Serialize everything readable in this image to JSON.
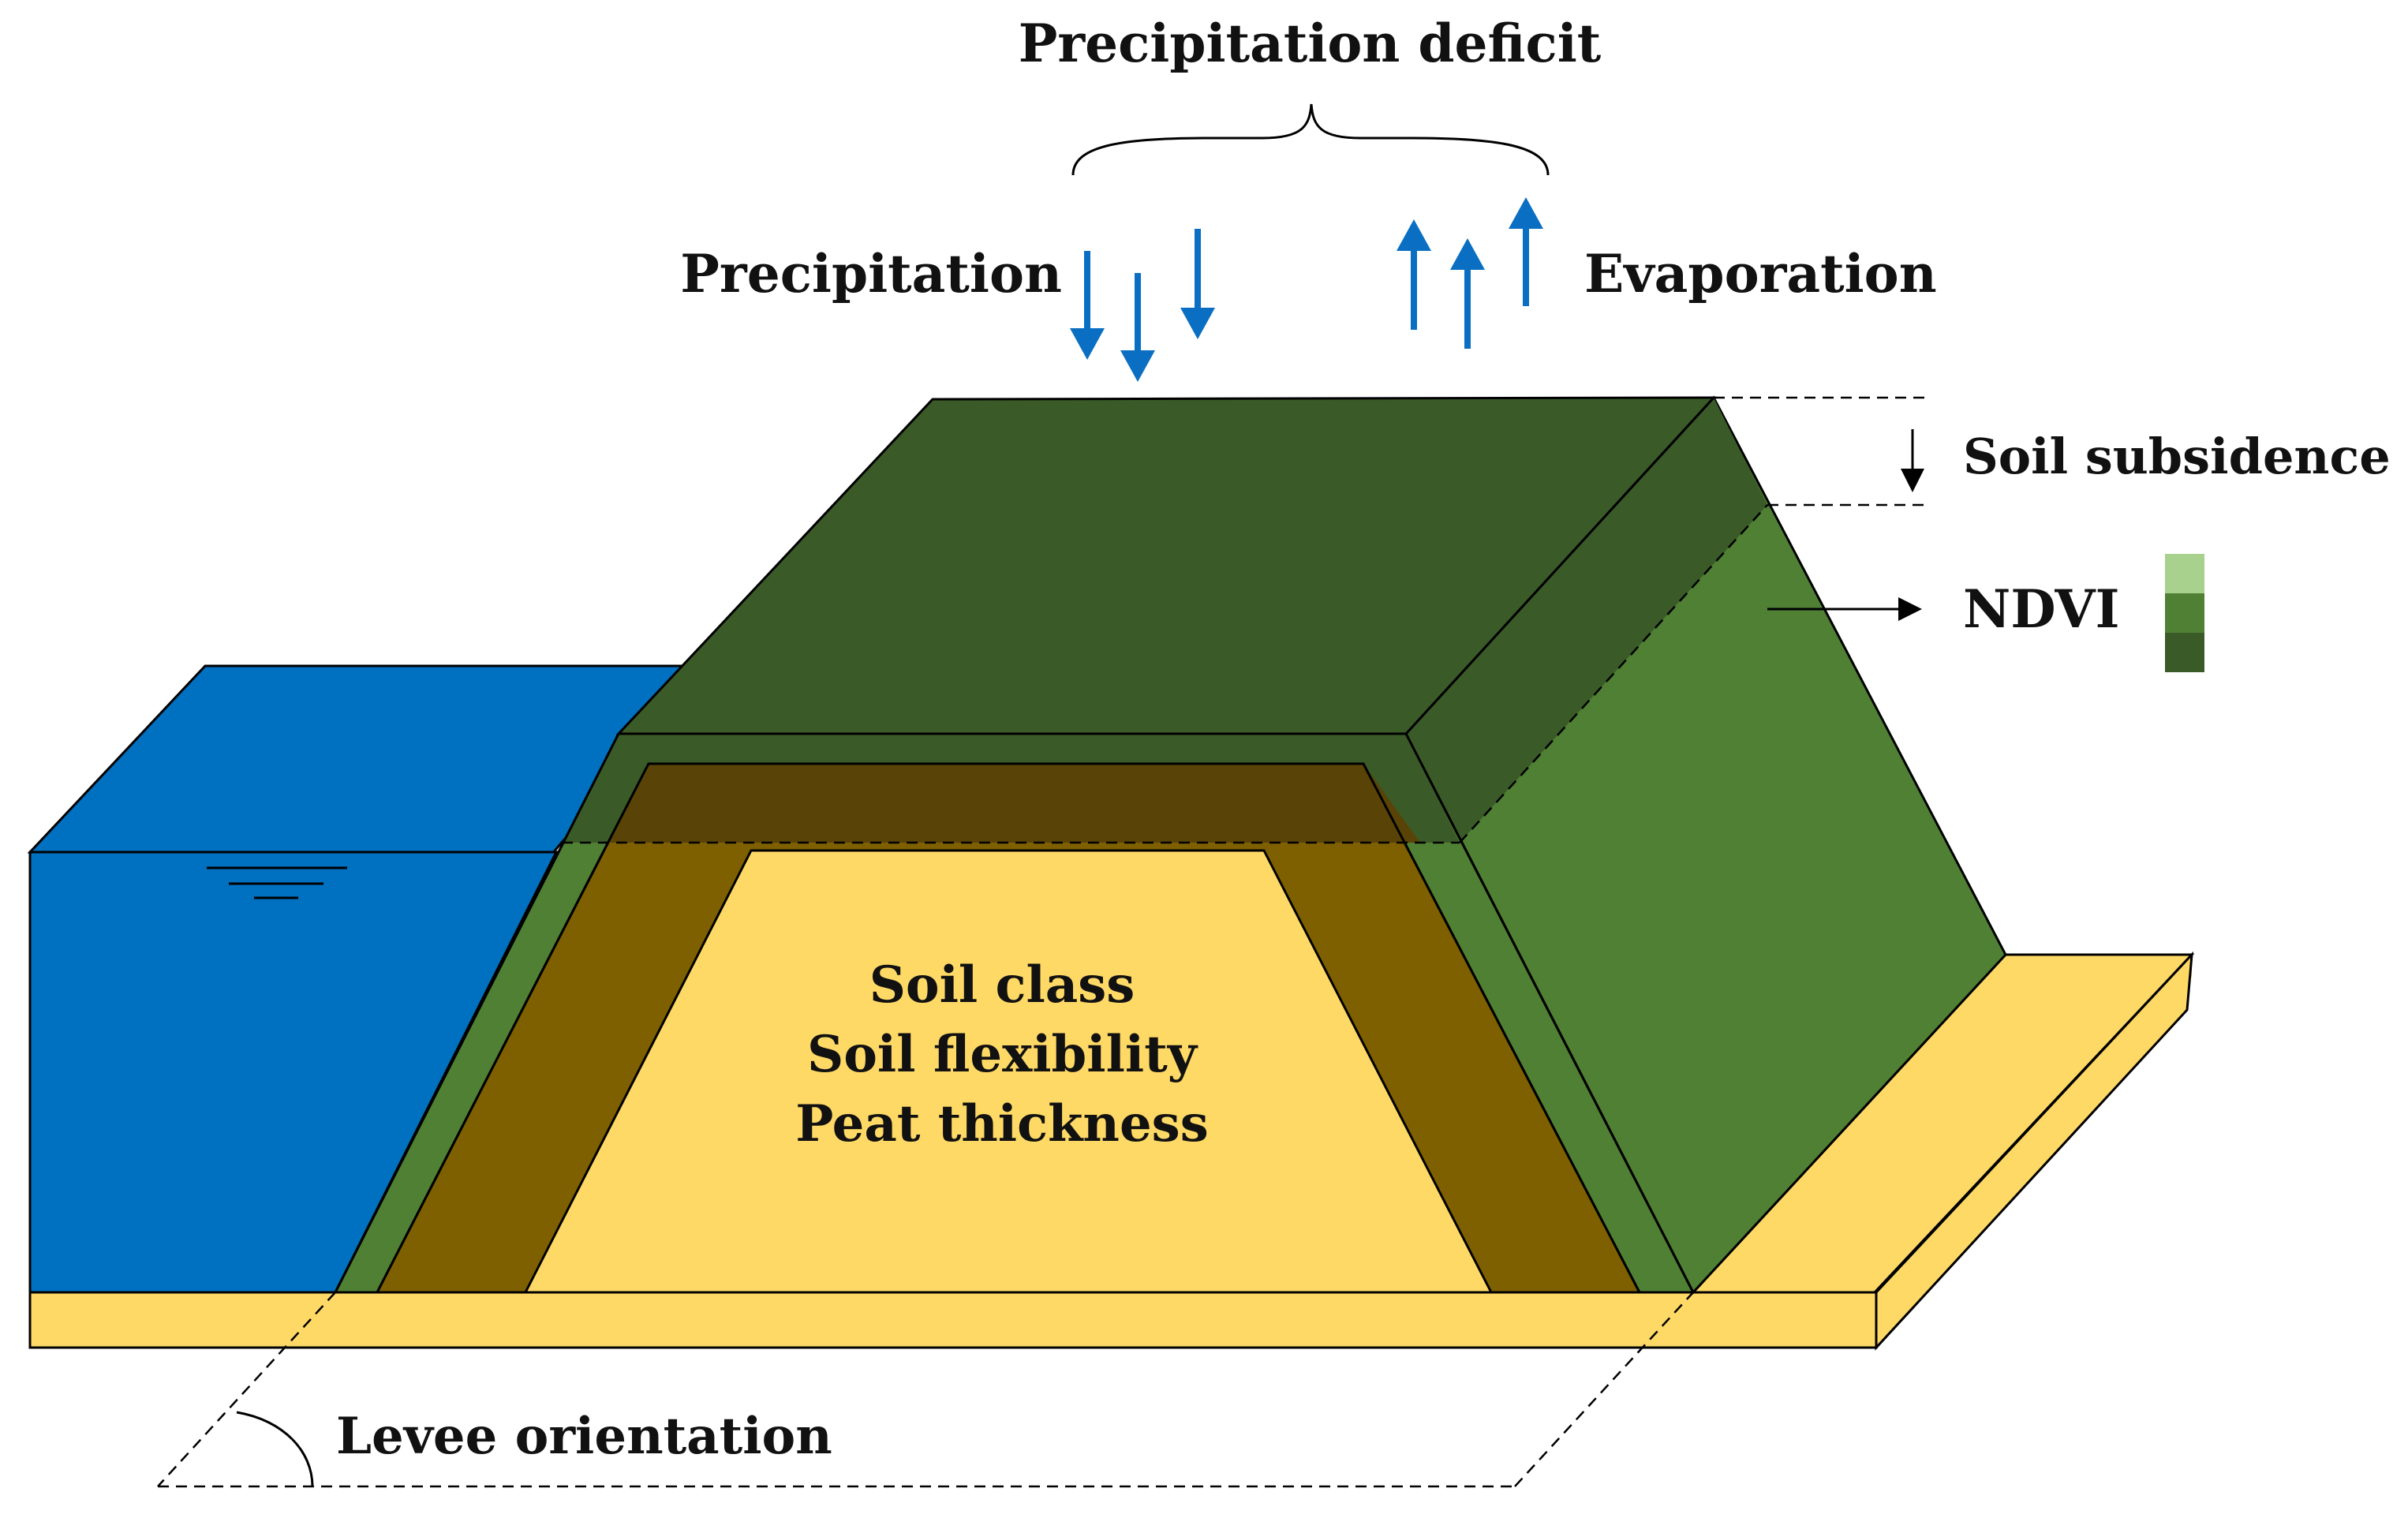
{
  "labels": {
    "precipitation_deficit": "Precipitation deficit",
    "precipitation": "Precipitation",
    "evaporation": "Evaporation",
    "soil_subsidence": "Soil subsidence",
    "ndvi": "NDVI",
    "soil_class": "Soil class",
    "soil_flexibility": "Soil flexibility",
    "peat_thickness": "Peat thickness",
    "levee_orientation": "Levee orientation"
  },
  "colors": {
    "water_blue": "#0070c0",
    "arrow_blue": "#0a6fc2",
    "dark_green": "#3a5b28",
    "mid_green": "#508034",
    "light_green": "#a9d18e",
    "brown": "#7f6000",
    "dark_brown": "#5a4306",
    "sand_yellow": "#ffd966",
    "outline": "#000000"
  },
  "icons": {
    "precipitation_arrows": "down-arrow-icon",
    "evaporation_arrows": "up-arrow-icon",
    "water_level_symbol": "water-level-icon",
    "ndvi_scale": "color-scale-icon"
  }
}
